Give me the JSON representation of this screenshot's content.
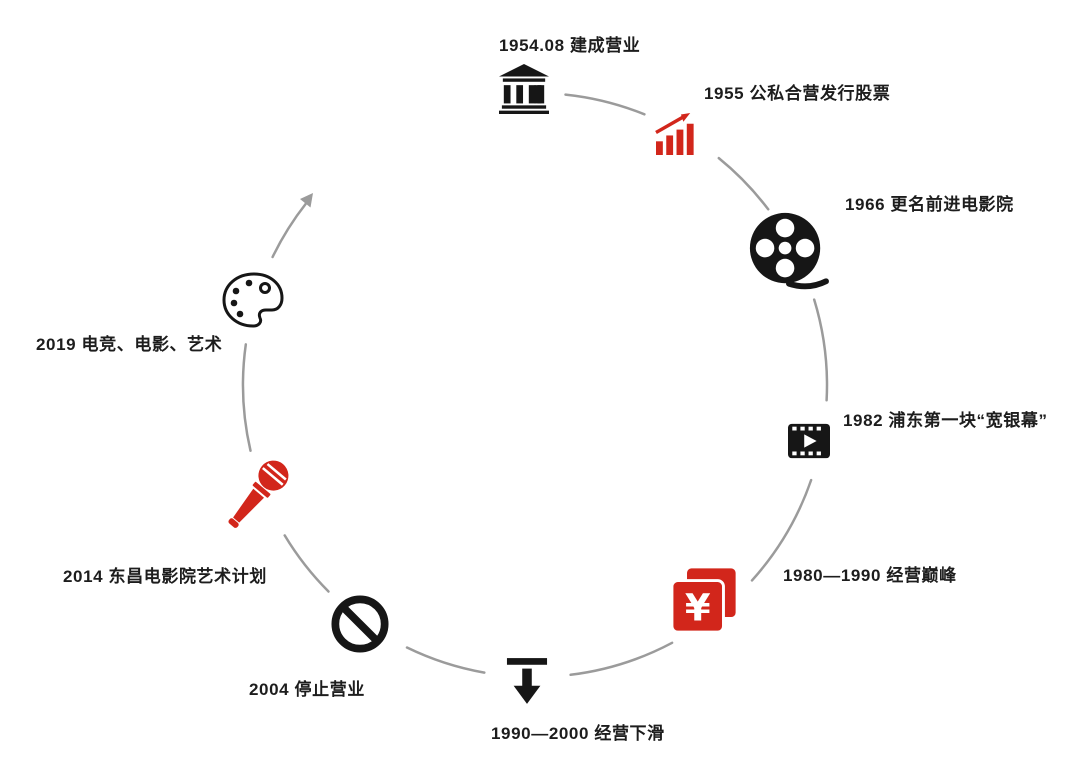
{
  "page": {
    "background": "#ffffff",
    "type": "circular-timeline"
  },
  "colors": {
    "accent_red": "#d2261b",
    "icon_black": "#161616",
    "arc_gray": "#9b9b9b",
    "text": "#1d1d1d"
  },
  "timeline": {
    "direction": "clockwise",
    "items": [
      {
        "year": "1954.08",
        "label": "1954.08 建成营业",
        "icon": "bank-icon",
        "color": "black"
      },
      {
        "year": "1955",
        "label": "1955 公私合营发行股票",
        "icon": "stock-rise-icon",
        "color": "red"
      },
      {
        "year": "1966",
        "label": "1966 更名前进电影院",
        "icon": "film-reel-icon",
        "color": "black"
      },
      {
        "year": "1982",
        "label": "1982 浦东第一块“宽银幕”",
        "icon": "widescreen-video-icon",
        "color": "black"
      },
      {
        "year": "1980—1990",
        "label": "1980—1990 经营巅峰",
        "icon": "money-yuan-icon",
        "color": "red"
      },
      {
        "year": "1990—2000",
        "label": "1990—2000 经营下滑",
        "icon": "decline-arrow-icon",
        "color": "black"
      },
      {
        "year": "2004",
        "label": "2004 停止营业",
        "icon": "prohibition-icon",
        "color": "black"
      },
      {
        "year": "2014",
        "label": "2014 东昌电影院艺术计划",
        "icon": "microphone-icon",
        "color": "red"
      },
      {
        "year": "2019",
        "label": "2019 电竞、电影、艺术",
        "icon": "palette-icon",
        "color": "black"
      }
    ]
  }
}
